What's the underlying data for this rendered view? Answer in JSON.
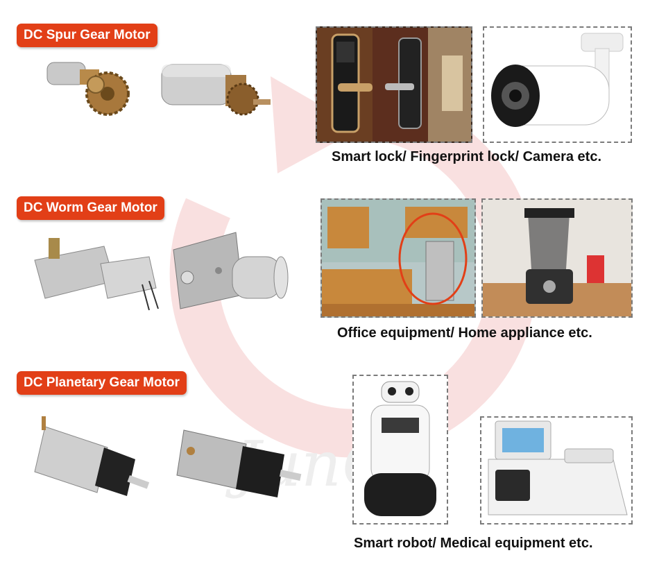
{
  "sections": [
    {
      "label": "DC Spur Gear Motor",
      "caption": "Smart lock/ Fingerprint lock/ Camera etc."
    },
    {
      "label": "DC Worm Gear Motor",
      "caption": "Office equipment/ Home appliance etc."
    },
    {
      "label": "DC Planetary Gear Motor",
      "caption": "Smart robot/ Medical equipment etc."
    }
  ],
  "watermark_text": "JunQi",
  "colors": {
    "badge": "#e23f17",
    "arrow_watermark": "#f6d2d2"
  },
  "icons": {
    "spur_gear_motor": "spur-gear-motor-icon",
    "worm_gear_motor": "worm-gear-motor-icon",
    "planetary_gear_motor": "planetary-gear-motor-icon",
    "smart_lock": "smart-lock-icon",
    "camera": "security-camera-icon",
    "kitchen": "kitchen-icon",
    "blender": "blender-icon",
    "robot": "robot-icon",
    "medical_device": "medical-analyzer-icon"
  }
}
